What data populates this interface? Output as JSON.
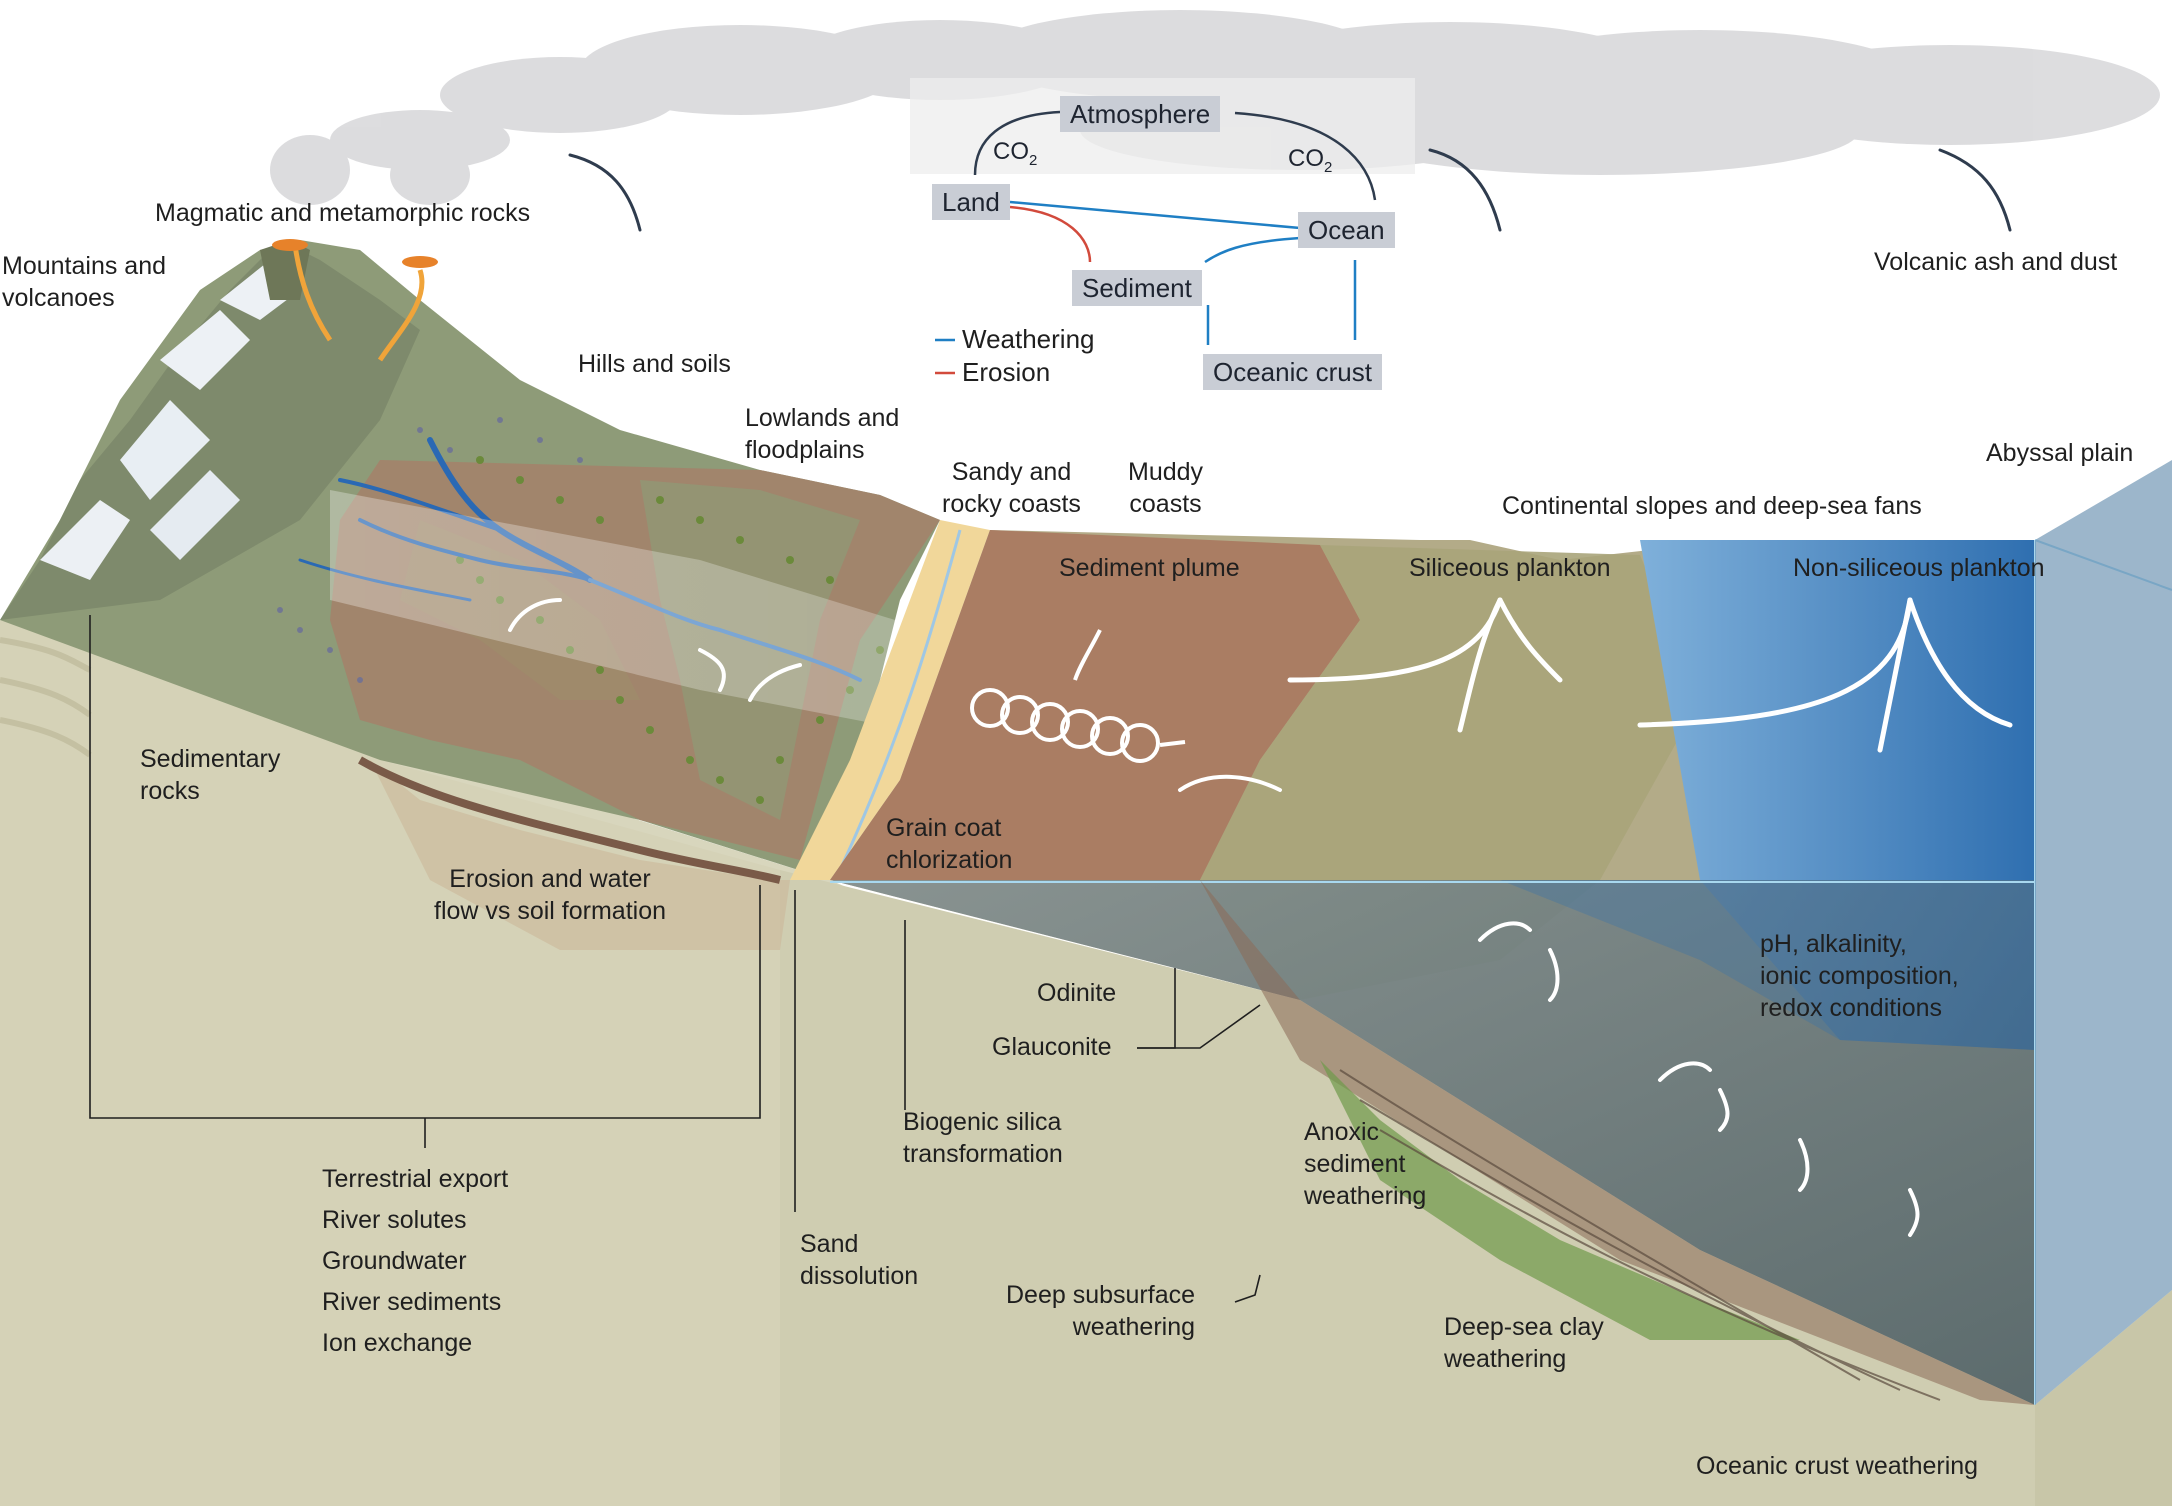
{
  "cycle": {
    "atmosphere": "Atmosphere",
    "land": "Land",
    "ocean": "Ocean",
    "sediment": "Sediment",
    "oceanic_crust": "Oceanic crust",
    "co2_left": "CO",
    "co2_right": "CO",
    "co2_sub": "2",
    "legend_weathering": "Weathering",
    "legend_erosion": "Erosion",
    "colors": {
      "weathering": "#1f7fc4",
      "erosion": "#d24a3c",
      "box": "#c9cdd5"
    }
  },
  "labels": {
    "magmatic": "Magmatic and metamorphic rocks",
    "mountains": "Mountains and\nvolcanoes",
    "hills": "Hills and soils",
    "lowlands": "Lowlands and\nfloodplains",
    "sandy": "Sandy and\nrocky coasts",
    "muddy": "Muddy\ncoasts",
    "volcanic_ash": "Volcanic ash and dust",
    "abyssal": "Abyssal plain",
    "slopes": "Continental slopes and deep-sea fans",
    "sediment_plume": "Sediment plume",
    "siliceous": "Siliceous plankton",
    "non_siliceous": "Non-siliceous plankton",
    "sedimentary": "Sedimentary\nrocks",
    "grain_coat": "Grain coat\nchlorization",
    "erosion_water": "Erosion and water\nflow vs soil formation",
    "odinite": "Odinite",
    "glauconite": "Glauconite",
    "ph": "pH, alkalinity,\nionic composition,\nredox conditions",
    "biogenic": "Biogenic silica\ntransformation",
    "anoxic": "Anoxic\nsediment\nweathering",
    "sand_dissolution": "Sand\ndissolution",
    "deep_subsurface": "Deep subsurface\nweathering",
    "deep_sea_clay": "Deep-sea clay\nweathering",
    "oceanic_crust_weathering": "Oceanic crust weathering"
  },
  "terrestrial_export": [
    "Terrestrial export",
    "River solutes",
    "Groundwater",
    "River sediments",
    "Ion exchange"
  ],
  "icons": [
    "cloud",
    "volcano",
    "river",
    "vegetation",
    "wave-circulation",
    "plankton-arrows",
    "co2-cycle-arrows"
  ]
}
